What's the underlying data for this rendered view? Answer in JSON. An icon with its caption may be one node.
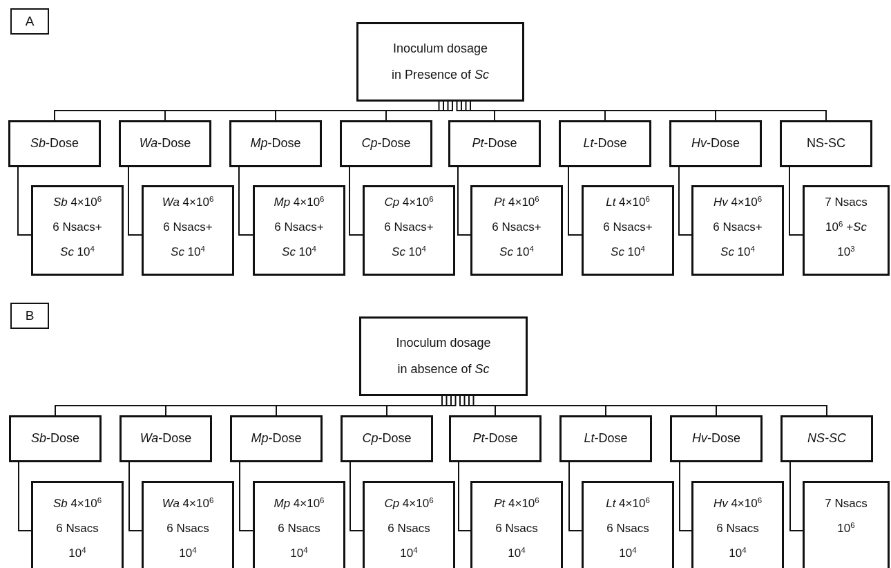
{
  "diagram": {
    "nodes": [
      {
        "text": [
          "A"
        ]
      },
      {
        "text": [
          "Inoculum dosage in Presence of *Sc*"
        ]
      },
      {
        "text": [
          "*Sb*-Dose"
        ]
      },
      {
        "text": [
          "*Wa*-Dose"
        ]
      },
      {
        "text": [
          "*Mp*-Dose"
        ]
      },
      {
        "text": [
          "*Cp*-Dose"
        ]
      },
      {
        "text": [
          "*Pt*-Dose"
        ]
      },
      {
        "text": [
          "*Lt*-Dose"
        ]
      },
      {
        "text": [
          "*Hv*-Dose"
        ]
      },
      {
        "text": [
          "NS-SC"
        ]
      },
      {
        "text": [
          "*Sb* 4×10$^{6}$ 6 Nsacs+ *Sc* 10$^{4}$"
        ]
      },
      {
        "text": [
          "*Wa* 4×10$^{6}$ 6 Nsacs+ *Sc* 10$^{4}$"
        ]
      },
      {
        "text": [
          "*Mp* 4×10$^{6}$ 6 Nsacs+ *Sc* 10$^{4}$"
        ]
      },
      {
        "text": [
          "*Cp* 4×10$^{6}$ 6 Nsacs+ *Sc* 10$^{4}$"
        ]
      },
      {
        "text": [
          "*Pt* 4×10$^{6}$ 6 Nsacs+ *Sc* 10$^{4}$"
        ]
      },
      {
        "text": [
          "*Lt* 4×10$^{6}$ 6 Nsacs+ *Sc* 10$^{4}$"
        ]
      },
      {
        "text": [
          "*Hv* 4×10$^{6}$ 6 Nsacs+ *Sc* 10$^{4}$"
        ]
      },
      {
        "text": [
          "7 Nsacs 10$^{6}$ +*Sc* 10$^{3}$"
        ]
      },
      {
        "text": [
          "B"
        ]
      },
      {
        "text": [
          "Inoculum dosage in absence of *Sc*"
        ]
      },
      {
        "text": [
          "*Sb*-Dose"
        ]
      },
      {
        "text": [
          "*Wa*-Dose"
        ]
      },
      {
        "text": [
          "*Mp*-Dose"
        ]
      },
      {
        "text": [
          "*Cp*-Dose"
        ]
      },
      {
        "text": [
          "*Pt*-Dose"
        ]
      },
      {
        "text": [
          "*Lt*-Dose"
        ]
      },
      {
        "text": [
          "*Hv*-Dose"
        ]
      },
      {
        "text": [
          "NS-SC"
        ]
      },
      {
        "text": [
          "*Sb* 4×10$^{6}$ 6 Nsacs 10$^{4}$"
        ]
      },
      {
        "text": [
          "*Wa* 4×10$^{6}$ 6 Nsacs 10$^{4}$"
        ]
      },
      {
        "text": [
          "*Mp* 4×10$^{6}$ 6 Nsacs 10$^{4}$"
        ]
      },
      {
        "text": [
          "*Cp* 4×10$^{6}$ 6 Nsacs 10$^{4}$"
        ]
      },
      {
        "text": [
          "*Pt* 4×10$^{6}$ 6 Nsacs 10$^{4}$"
        ]
      },
      {
        "text": [
          "*Lt* 4×10$^{6}$ 6 Nsacs 10$^{4}$"
        ]
      },
      {
        "text": [
          "*Hv* 4×10$^{6}$ 6 Nsacs 10$^{4}$"
        ]
      },
      {
        "text": [
          "7 Nsacs 10$^{6}$"
        ]
      }
    ],
    "edges": [
      {
        "from": 1,
        "to": 2,
        "arrow": "none"
      },
      {
        "from": 1,
        "to": 3,
        "arrow": "none"
      },
      {
        "from": 1,
        "to": 4,
        "arrow": "none"
      },
      {
        "from": 1,
        "to": 5,
        "arrow": "none"
      },
      {
        "from": 1,
        "to": 6,
        "arrow": "none"
      },
      {
        "from": 1,
        "to": 7,
        "arrow": "none"
      },
      {
        "from": 1,
        "to": 8,
        "arrow": "none"
      },
      {
        "from": 1,
        "to": 9,
        "arrow": "none"
      },
      {
        "from": 2,
        "to": 10,
        "arrow": "none"
      },
      {
        "from": 3,
        "to": 11,
        "arrow": "none"
      },
      {
        "from": 4,
        "to": 12,
        "arrow": "none"
      },
      {
        "from": 5,
        "to": 13,
        "arrow": "none"
      },
      {
        "from": 6,
        "to": 14,
        "arrow": "none"
      },
      {
        "from": 7,
        "to": 15,
        "arrow": "none"
      },
      {
        "from": 8,
        "to": 16,
        "arrow": "none"
      },
      {
        "from": 9,
        "to": 17,
        "arrow": "none"
      },
      {
        "from": 19,
        "to": 20,
        "arrow": "none"
      },
      {
        "from": 19,
        "to": 21,
        "arrow": "none"
      },
      {
        "from": 19,
        "to": 22,
        "arrow": "none"
      },
      {
        "from": 19,
        "to": 23,
        "arrow": "none"
      },
      {
        "from": 19,
        "to": 24,
        "arrow": "none"
      },
      {
        "from": 19,
        "to": 25,
        "arrow": "none"
      },
      {
        "from": 19,
        "to": 26,
        "arrow": "none"
      },
      {
        "from": 19,
        "to": 27,
        "arrow": "none"
      },
      {
        "from": 20,
        "to": 28,
        "arrow": "none"
      },
      {
        "from": 21,
        "to": 29,
        "arrow": "none"
      },
      {
        "from": 22,
        "to": 30,
        "arrow": "none"
      },
      {
        "from": 23,
        "to": 31,
        "arrow": "none"
      },
      {
        "from": 24,
        "to": 32,
        "arrow": "none"
      },
      {
        "from": 25,
        "to": 33,
        "arrow": "none"
      },
      {
        "from": 26,
        "to": 34,
        "arrow": "none"
      },
      {
        "from": 27,
        "to": 35,
        "arrow": "none"
      }
    ]
  }
}
